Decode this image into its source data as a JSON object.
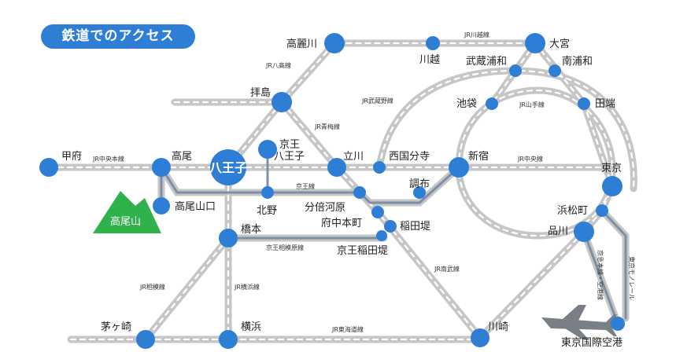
{
  "title": "鉄道でのアクセス",
  "mountain_label": "高尾山",
  "stations": {
    "kofu": "甲府",
    "takao": "高尾",
    "hachioji": "八王子",
    "keio_hachioji_1": "京王",
    "keio_hachioji_2": "八王子",
    "takaosanguchi": "高尾山口",
    "kitano": "北野",
    "haijima": "拝島",
    "komagawa": "高麗川",
    "kawagoe": "川越",
    "omiya": "大宮",
    "musashi_urawa": "武蔵浦和",
    "minami_urawa": "南浦和",
    "ikebukuro": "池袋",
    "tabata": "田端",
    "tachikawa": "立川",
    "nishikokubunji": "西国分寺",
    "shinjuku": "新宿",
    "tokyo": "東京",
    "bubaigawara": "分倍河原",
    "chofu": "調布",
    "fuchu_hommachi": "府中本町",
    "inagizutsumi": "稲田堤",
    "keio_inadazutsumi": "京王稲田堤",
    "hashimoto": "橋本",
    "hamamatsucho": "浜松町",
    "shinagawa": "品川",
    "chigasaki": "茅ヶ崎",
    "yokohama": "横浜",
    "kawasaki": "川崎",
    "haneda": "東京国際空港"
  },
  "lines": {
    "jr_chuo_main": "JR中央本線",
    "jr_chuo": "JR中央線",
    "jr_hachiko": "JR八高線",
    "jr_kawagoe": "JR川越線",
    "jr_musashino": "JR武蔵野線",
    "jr_yamanote": "JR山手線",
    "jr_ome": "JR青梅線",
    "keio": "京王線",
    "keio_sagamihara": "京王相模原線",
    "jr_sagami": "JR相模線",
    "jr_yokohama": "JR横浜線",
    "jr_nambu": "JR南武線",
    "jr_tokaido": "JR東海道線",
    "keikyu": "京急本線・空港線",
    "monorail": "東京モノレール"
  }
}
